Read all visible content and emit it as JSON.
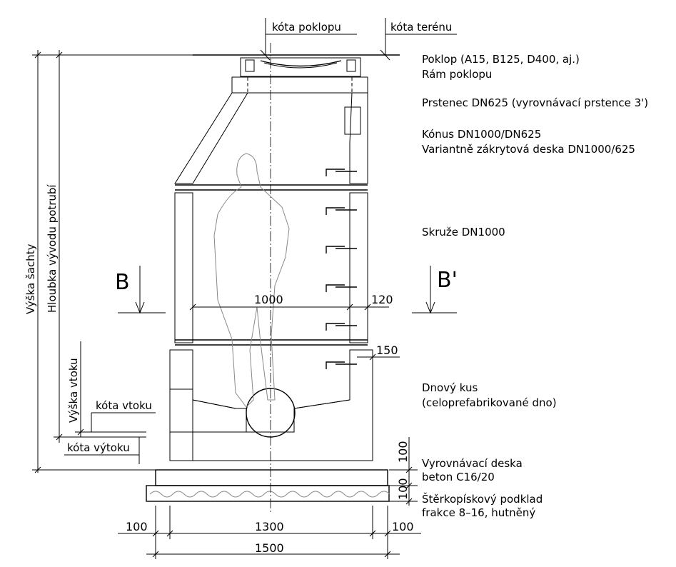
{
  "labels": {
    "kota_poklopu": "kóta poklopu",
    "kota_terenu": "kóta terénu",
    "poklop": "Poklop (A15, B125, D400, aj.)",
    "ram_poklopu": "Rám poklopu",
    "prstenec": "Prstenec DN625 (vyrovnávací prstence 3')",
    "konus": "Kónus DN1000/DN625",
    "konus_variant": "Variantně zákrytová deska DN1000/625",
    "skruze": "Skruže DN1000",
    "dnovy_kus": "Dnový kus",
    "dnovy_kus_note": "(celoprefabrikované dno)",
    "vyrovnavaci_deska": "Vyrovnávací deska",
    "beton": "beton C16/20",
    "sterkopiskovy": "Štěrkopískový podklad",
    "frakce": "frakce 8–16, hutněný",
    "vyska_sachty": "Výška šachty",
    "hloubka_vyvodu": "Hloubka vývodu potrubí",
    "vyska_vtoku": "Výška vtoku",
    "kota_vtoku": "kóta vtoku",
    "kota_vytoku": "kóta výtoku",
    "section_left": "B",
    "section_right": "B'"
  },
  "dimensions": {
    "inner_diameter": "1000",
    "wall": "120",
    "step": "150",
    "slab": "100",
    "gravel": "100",
    "left_margin": "100",
    "base": "1300",
    "right_margin": "100",
    "total": "1500"
  },
  "colors": {
    "line": "#000000",
    "figure": "#888888"
  }
}
